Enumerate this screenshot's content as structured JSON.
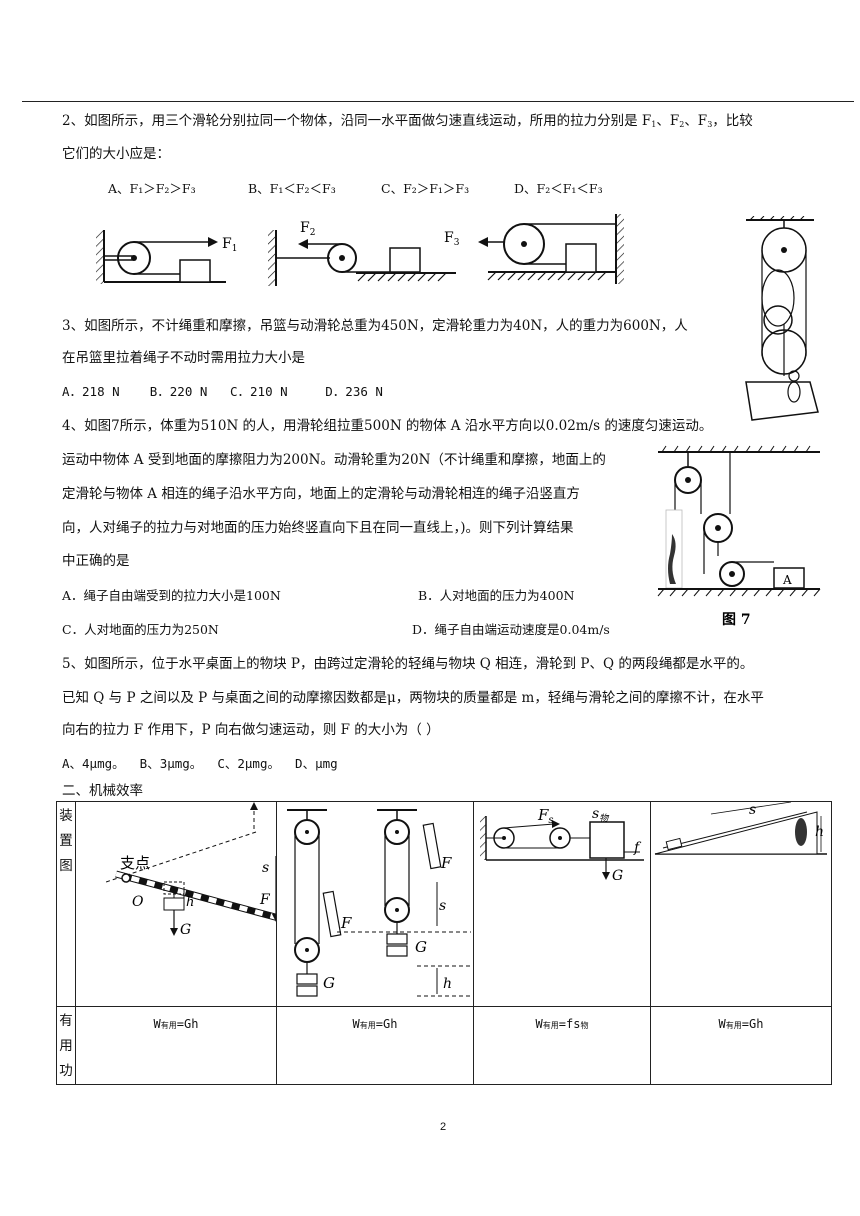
{
  "q2": {
    "line1_pre": "2、如图所示，用三个滑轮分别拉同一个物体，沿同一水平面做匀速直线运动，所用的拉力分别是 F",
    "line1_post": "，比较",
    "line2": "它们的大小应是：",
    "options": {
      "a": "A、F₁＞F₂＞F₃",
      "b": "B、F₁＜F₂＜F₃",
      "c": "C、F₂＞F₁＞F₃",
      "d": "D、F₂＜F₁＜F₃"
    },
    "fig_labels": {
      "f1": "F",
      "f2": "F",
      "f3": "F"
    }
  },
  "q3": {
    "line1": "3、如图所示，不计绳重和摩擦，吊篮与动滑轮总重为450N，定滑轮重力为40N，人的重力为600N，人",
    "line2": "在吊篮里拉着绳子不动时需用拉力大小是",
    "options": "A．218 N    B．220 N   C．210 N     D．236 N"
  },
  "q4": {
    "line1": "4、如图7所示，体重为510N 的人，用滑轮组拉重500N 的物体 A 沿水平方向以0.02m/s 的速度匀速运动。",
    "line2": "运动中物体 A 受到地面的摩擦阻力为200N。动滑轮重为20N（不计绳重和摩擦，地面上的",
    "line3": "定滑轮与物体 A 相连的绳子沿水平方向，地面上的定滑轮与动滑轮相连的绳子沿竖直方",
    "line4": "向，人对绳子的拉力与对地面的压力始终竖直向下且在同一直线上，)。则下列计算结果",
    "line5": "中正确的是",
    "opt_a": "A．绳子自由端受到的拉力大小是100N",
    "opt_b": "B．人对地面的压力为400N",
    "opt_c": "C．人对地面的压力为250N",
    "opt_d": "D．绳子自由端运动速度是0.04m/s",
    "fig_caption": "图 7",
    "fig_label_a": "A"
  },
  "q5": {
    "line1": "5、如图所示，位于水平桌面上的物块 P，由跨过定滑轮的轻绳与物块 Q 相连，滑轮到 P、Q 的两段绳都是水平的。",
    "line2": "已知 Q 与 P 之间以及 P 与桌面之间的动摩擦因数都是μ，两物块的质量都是 m，轻绳与滑轮之间的摩擦不计，在水平",
    "line3": "向右的拉力 F 作用下，P 向右做匀速运动，则 F 的大小为（   ）",
    "options": "A、4μmg。  B、3μmg。  C、2μmg。  D、μmg"
  },
  "section2": {
    "title": "二、机械效率"
  },
  "table": {
    "row1_header": [
      "装",
      "置",
      "图"
    ],
    "row2_header": [
      "有",
      "用",
      "功"
    ],
    "col1_labels": {
      "fulcrum": "支点",
      "o": "O",
      "h": "h",
      "g": "G",
      "f": "F",
      "s": "s"
    },
    "col2_labels": {
      "f": "F",
      "s": "s",
      "g": "G",
      "h": "h"
    },
    "col3_labels": {
      "fs": "F",
      "sw": "s",
      "g": "G",
      "f": "f"
    },
    "col4_labels": {
      "s": "s",
      "h": "h"
    },
    "formulas": [
      {
        "w": "W",
        "sub": "有用",
        "rest": "=Gh",
        "sub2": ""
      },
      {
        "w": "W",
        "sub": "有用",
        "rest": "=Gh",
        "sub2": ""
      },
      {
        "w": "W",
        "sub": "有用",
        "rest": "=fs",
        "sub2": "物"
      },
      {
        "w": "W",
        "sub": "有用",
        "rest": "=Gh",
        "sub2": ""
      }
    ]
  },
  "page_number": "2"
}
